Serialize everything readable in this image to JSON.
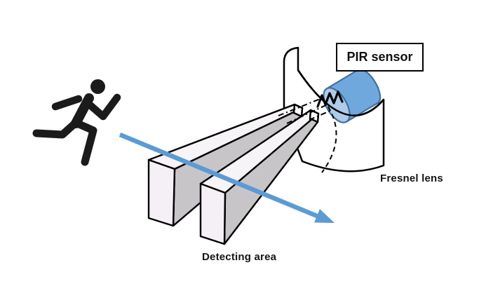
{
  "diagram": {
    "labels": {
      "pir_sensor": "PIR sensor",
      "fresnel_lens": "Fresnel lens",
      "detecting_area": "Detecting area"
    },
    "colors": {
      "arrow": "#5B9BD5",
      "sensor_body": "#6FA8DC",
      "sensor_face": "#AECBEA",
      "sensor_outline": "#41719C",
      "beam_side": "#C8C5C9",
      "beam_top": "#F7F4F8",
      "beam_face": "#F4F0F5",
      "beam_end": "#FFFFFF",
      "lens_fill": "#FFFFFF",
      "outline": "#000000",
      "figure": "#1B1B1B",
      "background": "#FFFFFF"
    }
  }
}
